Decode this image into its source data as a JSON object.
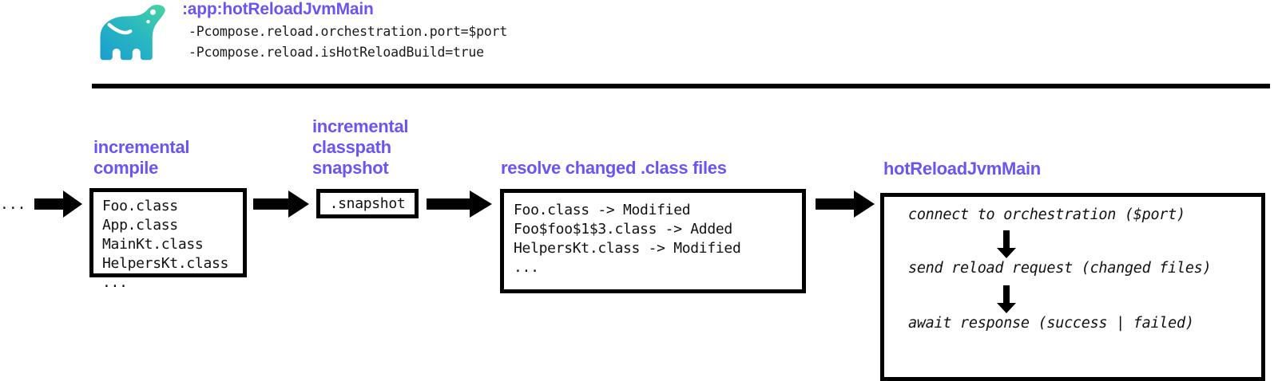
{
  "header": {
    "logo_icon": "gradle-elephant-icon",
    "title": ":app:hotReloadJvmMain",
    "args": [
      "-Pcompose.reload.orchestration.port=$port",
      "-Pcompose.reload.isHotReloadBuild=true"
    ]
  },
  "colors": {
    "accent_purple": "#6a55f2",
    "stroke_black": "#000000",
    "logo_gradient_start": "#1ba0ce",
    "logo_gradient_end": "#46d3a8",
    "background": "#ffffff"
  },
  "flow": {
    "leading_ellipsis": "...",
    "stages": [
      {
        "label": "incremental\ncompile",
        "box_text": "Foo.class\nApp.class\nMainKt.class\nHelpersKt.class\n..."
      },
      {
        "label": "incremental\nclasspath\nsnapshot",
        "box_text": ".snapshot"
      },
      {
        "label": "resolve changed .class files",
        "box_text": "Foo.class -> Modified\nFoo$foo$1$3.class -> Added\nHelpersKt.class -> Modified\n..."
      },
      {
        "label": "hotReloadJvmMain",
        "steps": [
          "connect to orchestration ($port)",
          "send reload request (changed files)",
          "await response (success | failed)"
        ]
      }
    ],
    "arrow_icon": "right-arrow-icon",
    "down_arrow_icon": "down-arrow-icon"
  }
}
